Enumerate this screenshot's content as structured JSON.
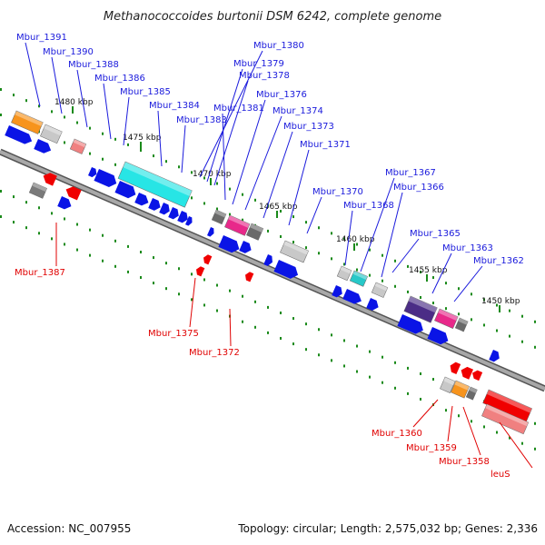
{
  "title": "Methanococcoides burtonii DSM 6242, complete genome",
  "footer": {
    "accession": "Accession: NC_007955",
    "topology": "Topology: circular; Length: 2,575,032 bp; Genes: 2,336"
  },
  "colors": {
    "plus_label": "#1a1adc",
    "minus_label": "#e00000",
    "forward_gene": "#0a14e6",
    "reverse_gene": "#f00000",
    "backbone": "#8a8a8a",
    "tick_dot": "#1a8a1a"
  },
  "ticks": [
    {
      "label": "1480 kbp"
    },
    {
      "label": "1475 kbp"
    },
    {
      "label": "1470 kbp"
    },
    {
      "label": "1465 kbp"
    },
    {
      "label": "1460 kbp"
    },
    {
      "label": "1455 kbp"
    },
    {
      "label": "1450 kbp"
    }
  ],
  "top_labels": [
    {
      "name": "Mbur_1391"
    },
    {
      "name": "Mbur_1390"
    },
    {
      "name": "Mbur_1388"
    },
    {
      "name": "Mbur_1386"
    },
    {
      "name": "Mbur_1385"
    },
    {
      "name": "Mbur_1384"
    },
    {
      "name": "Mbur_1383"
    },
    {
      "name": "Mbur_1380"
    },
    {
      "name": "Mbur_1379"
    },
    {
      "name": "Mbur_1378"
    },
    {
      "name": "Mbur_1381"
    },
    {
      "name": "Mbur_1376"
    },
    {
      "name": "Mbur_1374"
    },
    {
      "name": "Mbur_1373"
    },
    {
      "name": "Mbur_1371"
    },
    {
      "name": "Mbur_1370"
    },
    {
      "name": "Mbur_1368"
    },
    {
      "name": "Mbur_1367"
    },
    {
      "name": "Mbur_1366"
    },
    {
      "name": "Mbur_1365"
    },
    {
      "name": "Mbur_1363"
    },
    {
      "name": "Mbur_1362"
    }
  ],
  "bottom_labels": [
    {
      "name": "Mbur_1387"
    },
    {
      "name": "Mbur_1375"
    },
    {
      "name": "Mbur_1372"
    },
    {
      "name": "Mbur_1360"
    },
    {
      "name": "Mbur_1359"
    },
    {
      "name": "Mbur_1358"
    },
    {
      "name": "leuS"
    }
  ]
}
